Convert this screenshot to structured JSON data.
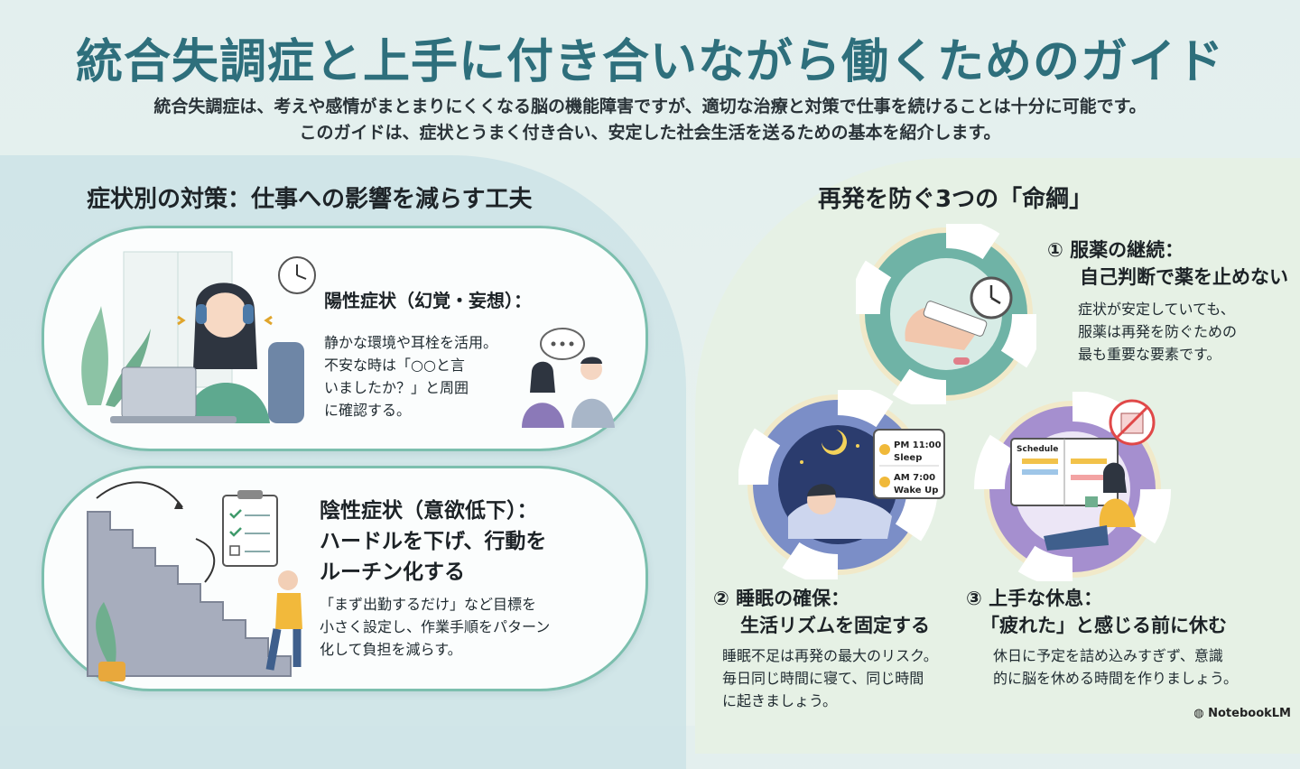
{
  "title": "統合失調症と上手に付き合いながら働くためのガイド",
  "subtitle_lines": [
    "統合失調症は、考えや感情がまとまりにくくなる脳の機能障害ですが、適切な治療と対策で仕事を続けることは十分に可能です。",
    "このガイドは、症状とうまく付き合い、安定した社会生活を送るための基本を紹介します。"
  ],
  "left_section": {
    "heading": "症状別の対策：仕事への影響を減らす工夫",
    "cards": [
      {
        "title": "陽性症状（幻覚・妄想）：",
        "body_lines": [
          "静かな環境や耳栓を活用。",
          "不安な時は「○○と言",
          "いましたか？」と周囲",
          "に確認する。"
        ]
      },
      {
        "title_lines": [
          "陰性症状（意欲低下）：",
          "ハードルを下げ、行動を",
          "ルーチン化する"
        ],
        "body_lines": [
          "「まず出勤するだけ」など目標を",
          "小さく設定し、作業手順をパターン",
          "化して負担を減らす。"
        ]
      }
    ]
  },
  "right_section": {
    "heading": "再発を防ぐ3つの「命綱」",
    "items": [
      {
        "title_lines": [
          "① 服薬の継続：",
          "自己判断で薬を止めない"
        ],
        "body_lines": [
          "症状が安定していても、",
          "服薬は再発を防ぐための",
          "最も重要な要素です。"
        ]
      },
      {
        "title_lines": [
          "② 睡眠の確保：",
          "生活リズムを固定する"
        ],
        "body_lines": [
          "睡眠不足は再発の最大のリスク。",
          "毎日同じ時間に寝て、同じ時間",
          "に起きましょう。"
        ],
        "schedule": [
          {
            "time": "PM 11:00",
            "label": "Sleep"
          },
          {
            "time": "AM 7:00",
            "label": "Wake Up"
          }
        ]
      },
      {
        "title_lines": [
          "③ 上手な休息：",
          "「疲れた」と感じる前に休む"
        ],
        "body_lines": [
          "休日に予定を詰め込みすぎず、意識",
          "的に脳を休める時間を作りましょう。"
        ],
        "schedule_label": "Schedule"
      }
    ]
  },
  "branding": "NotebookLM",
  "colors": {
    "title": "#2e6f7c",
    "card_border": "#7cbfae",
    "ring_teal": "#6fb3a6",
    "ring_blue": "#7b8ec7",
    "ring_purple": "#a58fcf"
  }
}
